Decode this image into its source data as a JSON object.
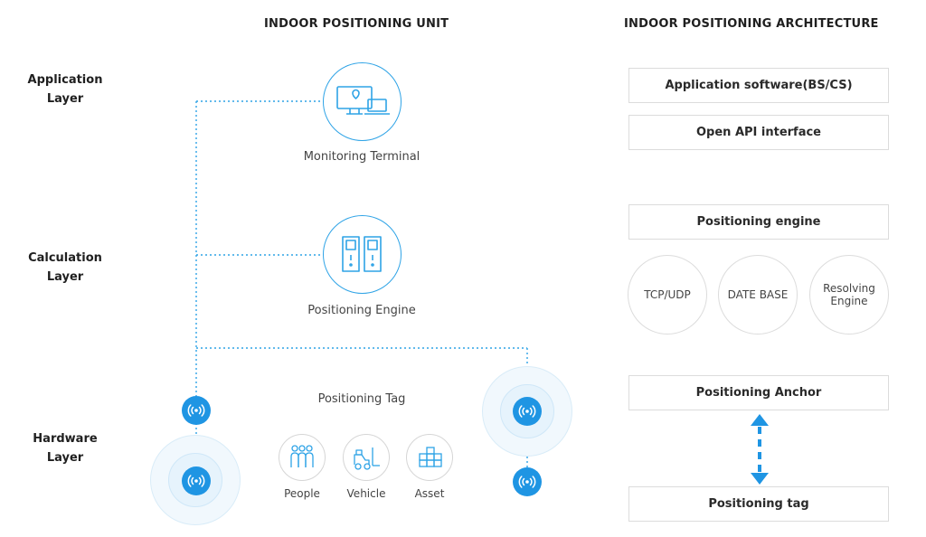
{
  "unit": {
    "title": "INDOOR POSITIONING UNIT",
    "layers": {
      "application": "Application\nLayer",
      "calculation": "Calculation\nLayer",
      "hardware": "Hardware\nLayer"
    },
    "nodes": {
      "monitoring_terminal": "Monitoring Terminal",
      "positioning_engine": "Positioning Engine",
      "positioning_tag": "Positioning Tag"
    },
    "tag_types": [
      {
        "label": "People",
        "icon": "people-icon"
      },
      {
        "label": "Vehicle",
        "icon": "forklift-icon"
      },
      {
        "label": "Asset",
        "icon": "asset-boxes-icon"
      }
    ]
  },
  "architecture": {
    "title": "INDOOR POSITIONING ARCHITECTURE",
    "boxes": {
      "app_software": "Application software(BS/CS)",
      "open_api": "Open API interface",
      "engine": "Positioning engine",
      "anchor": "Positioning Anchor",
      "tag": "Positioning tag"
    },
    "engine_parts": [
      "TCP/UDP",
      "DATE BASE",
      "Resolving\nEngine"
    ]
  },
  "colors": {
    "accent": "#1f95e3",
    "line": "#2ea3e6",
    "box_border": "#dcdcdc"
  }
}
